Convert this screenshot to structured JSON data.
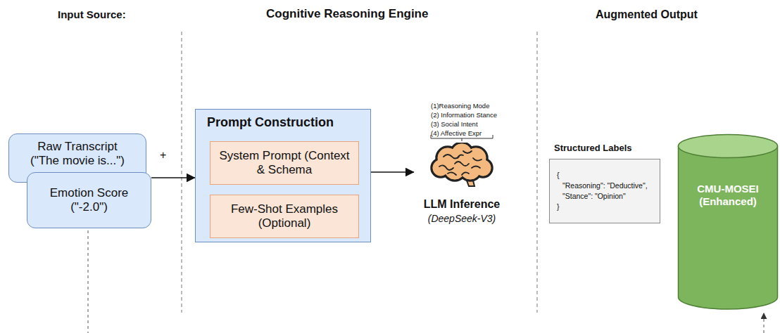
{
  "diagram": {
    "nodes": [
      {
        "text": [
          "Raw Transcript (\"The movie is...\")"
        ]
      },
      {
        "text": [
          "Emotion Score (\"-2.0\")"
        ]
      },
      {
        "text": [
          "Prompt Construction"
        ]
      },
      {
        "text": [
          "System Prompt (Context & Schema"
        ],
        "in": 2
      },
      {
        "text": [
          "Few-Shot Examples (Optional)"
        ],
        "in": 2
      },
      {
        "text": [
          "LLM Inference",
          "(DeepSeek-V3)"
        ]
      },
      {
        "text": [
          "Structured Labels",
          "{",
          "\"Reasoning\": \"Deductive\",",
          "\"Stance\": \"Opinion\"",
          "}"
        ]
      },
      {
        "text": [
          "CMU-MOSEI (Enhanced)"
        ]
      }
    ],
    "edges": [
      {
        "from": 1,
        "to": 2,
        "arrow": "to"
      },
      {
        "from": 2,
        "to": 5,
        "arrow": "to"
      }
    ],
    "labels": [
      "Input Source:",
      "Cognitive Reasoning Engine",
      "Augmented Output",
      "+",
      "(1)Reasoning Mode",
      "(2) Information Stance",
      "(3) Social Intent",
      "(4) Affective Expr"
    ]
  }
}
